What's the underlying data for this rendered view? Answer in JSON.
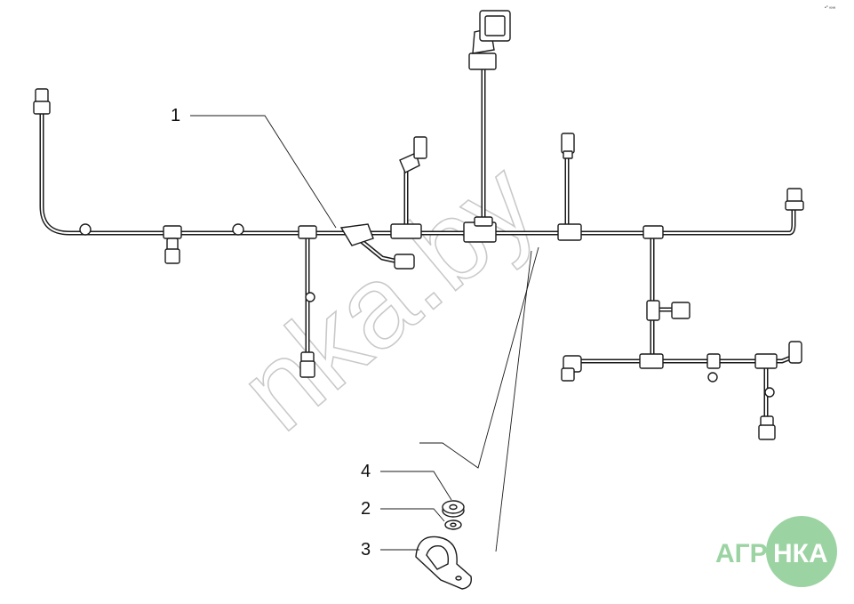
{
  "callouts": [
    {
      "id": "1",
      "label": "1"
    },
    {
      "id": "4",
      "label": "4"
    },
    {
      "id": "2",
      "label": "2"
    },
    {
      "id": "3",
      "label": "3"
    }
  ],
  "watermark": {
    "text": "nka.by"
  },
  "logo": {
    "left": "АГРО",
    "right": "НКА",
    "color": "#9cd3a2"
  },
  "corner_mark": {
    "text": "•° ∞∞"
  }
}
